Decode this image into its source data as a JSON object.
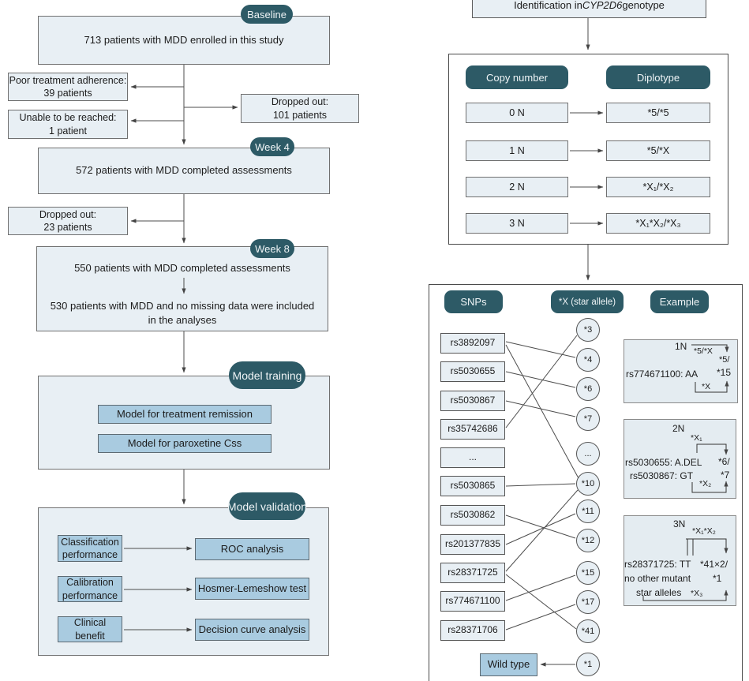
{
  "colors": {
    "pill_bg": "#2d5a66",
    "light_box": "#e8eff4",
    "blue_box": "#a9cbe0",
    "line": "#4d4d4d"
  },
  "left": {
    "badges": [
      "Baseline",
      "Week 4",
      "Week 8",
      "Model training",
      "Model validation"
    ],
    "box1": "713 patients with MDD enrolled in this study",
    "exclusions": [
      {
        "l1": "Poor treatment adherence:",
        "l2": "39 patients"
      },
      {
        "l1": "Unable to be reached:",
        "l2": "1 patient"
      },
      {
        "l1": "Dropped out:",
        "l2": "101 patients"
      },
      {
        "l1": "Dropped out:",
        "l2": "23 patients"
      }
    ],
    "box2": "572 patients with MDD completed assessments",
    "box3_line1": "550 patients with MDD completed assessments",
    "box3_line2": "530 patients with MDD and no missing data were included",
    "box3_line3": "in the analyses",
    "training_models": [
      "Model for treatment remission",
      "Model for paroxetine Css"
    ],
    "validation_rows": [
      {
        "left1": "Classification",
        "left2": "performance",
        "right": "ROC analysis"
      },
      {
        "left1": "Calibration",
        "left2": "performance",
        "right": "Hosmer-Lemeshow test"
      },
      {
        "left1": "Clinical",
        "left2": "benefit",
        "right": "Decision curve analysis"
      }
    ]
  },
  "right": {
    "top_box": {
      "pre": "Identification in ",
      "gene": "CYP2D6",
      "post": " genotype"
    },
    "copy_panel": {
      "headers": [
        "Copy number",
        "Diplotype"
      ],
      "rows": [
        {
          "cn": "0 N",
          "dip": "*5/*5"
        },
        {
          "cn": "1 N",
          "dip": "*5/*X"
        },
        {
          "cn": "2 N",
          "dip": "*X₁/*X₂"
        },
        {
          "cn": "3 N",
          "dip": "*X₁*X₂/*X₃"
        }
      ]
    },
    "snp_panel": {
      "headers": [
        "SNPs",
        "*X (star allele)",
        "Example"
      ],
      "snps": [
        "rs3892097",
        "rs5030655",
        "rs5030867",
        "rs35742686",
        "...",
        "rs5030865",
        "rs5030862",
        "rs201377835",
        "rs28371725",
        "rs774671100",
        "rs28371706"
      ],
      "alleles": [
        "*3",
        "*4",
        "*6",
        "*7",
        "...",
        "*10",
        "*11",
        "*12",
        "*15",
        "*17",
        "*41",
        "*1"
      ],
      "wild_type": "Wild type",
      "connections": [
        [
          "rs3892097",
          "*4"
        ],
        [
          "rs3892097",
          "*10"
        ],
        [
          "rs5030655",
          "*6"
        ],
        [
          "rs5030867",
          "*7"
        ],
        [
          "rs35742686",
          "*3"
        ],
        [
          "rs5030865",
          "*10"
        ],
        [
          "rs5030862",
          "*12"
        ],
        [
          "rs201377835",
          "*11"
        ],
        [
          "rs28371725",
          "*10"
        ],
        [
          "rs28371725",
          "*41"
        ],
        [
          "rs774671100",
          "*15"
        ],
        [
          "rs28371706",
          "*17"
        ],
        [
          "*1",
          "Wild type"
        ]
      ],
      "examples": [
        {
          "title": "1N",
          "top": "*5/*X",
          "r1": "*5/",
          "left": "rs774671100: AA",
          "r2": "*15",
          "bottom": "*X"
        },
        {
          "title": "2N",
          "top": "*X₁",
          "l1": "rs5030655: A.DEL",
          "r1": "*6/",
          "l2": "rs5030867: GT",
          "r2": "*7",
          "bottom": "*X₂"
        },
        {
          "title": "3N",
          "top": "*X₁*X₂",
          "l1": "rs28371725: TT",
          "r1": "*41×2/",
          "l2": "no other mutant",
          "r2": "*1",
          "l3": "star alleles",
          "bottom": "*X₃"
        }
      ]
    }
  }
}
